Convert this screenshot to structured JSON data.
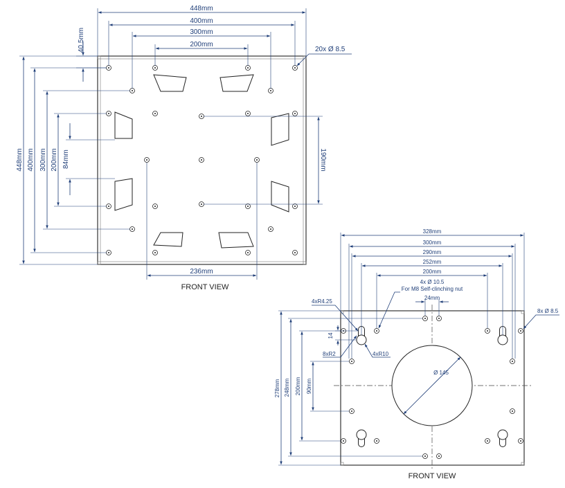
{
  "top_view": {
    "dims": {
      "w448": "448mm",
      "w400": "400mm",
      "w300": "300mm",
      "w200": "200mm",
      "edge": "40.5mm",
      "holes": "20x Ø 8.5",
      "h448": "448mm",
      "h400": "400mm",
      "h300": "300mm",
      "h200": "200mm",
      "h84": "84mm",
      "h190": "190mm",
      "w236": "236mm"
    },
    "caption": "FRONT VIEW"
  },
  "bottom_view": {
    "dims": {
      "w328": "328mm",
      "w300": "300mm",
      "w290": "290mm",
      "w252": "252mm",
      "w200": "200mm",
      "nut_holes": "4x Ø 10.5",
      "nut_desc": "For M8 Self-clinching nut",
      "w24": "24mm",
      "r425": "4xR4.25",
      "holes85": "8x Ø 8.5",
      "d14": "14",
      "r2": "8xR2",
      "r10": "4xR10",
      "dia145": "Ø 145",
      "h278": "278mm",
      "h248": "248mm",
      "h200": "200mm",
      "h90": "90mm"
    },
    "caption": "FRONT VIEW"
  }
}
